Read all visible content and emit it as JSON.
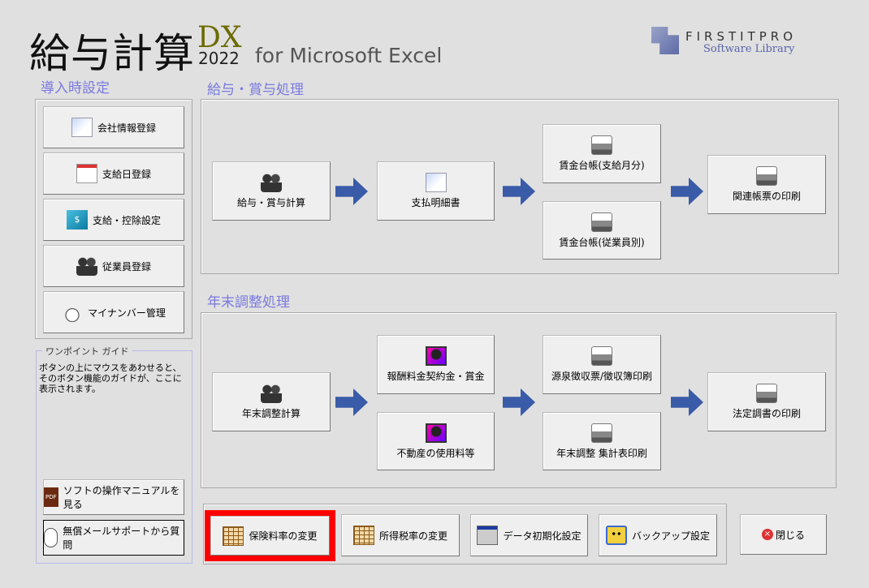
{
  "header": {
    "title": "給与計算",
    "edition": "DX",
    "year": "2022",
    "platform": "for Microsoft Excel",
    "logo_name": "FIRSTITPRO",
    "logo_sub": "Software Library"
  },
  "setup": {
    "title": "導入時設定",
    "buttons": [
      "会社情報登録",
      "支給日登録",
      "支給・控除設定",
      "従業員登録",
      "マイナンバー管理"
    ]
  },
  "guide": {
    "title": "ワンポイント ガイド",
    "text": "ボタンの上にマウスをあわせると、そのボタン機能のガイドが、ここに表示されます。",
    "manual": "ソフトの操作マニュアルを見る",
    "support": "無償メールサポートから質問"
  },
  "payroll": {
    "title": "給与・賞与処理",
    "calc": "給与・賞与計算",
    "payslip": "支払明細書",
    "ledger_month": "賃金台帳(支給月分)",
    "ledger_employee": "賃金台帳(従業員別)",
    "print": "関連帳票の印刷"
  },
  "yearend": {
    "title": "年末調整処理",
    "calc": "年末調整計算",
    "fees": "報酬料金契約金・賞金",
    "realestate": "不動産の使用料等",
    "withholding": "源泉徴収票/徴収簿印刷",
    "summary": "年末調整 集計表印刷",
    "statutory": "法定調書の印刷"
  },
  "bottom": {
    "insurance": "保険料率の変更",
    "tax": "所得税率の変更",
    "init": "データ初期化設定",
    "backup": "バックアップ設定",
    "close": "閉じる"
  },
  "icons": {
    "pdf": "PDF",
    "money": "$"
  },
  "colors": {
    "section": "#7a7ae0",
    "arrow": "#3a5ba8",
    "highlight": "#ff0000"
  }
}
